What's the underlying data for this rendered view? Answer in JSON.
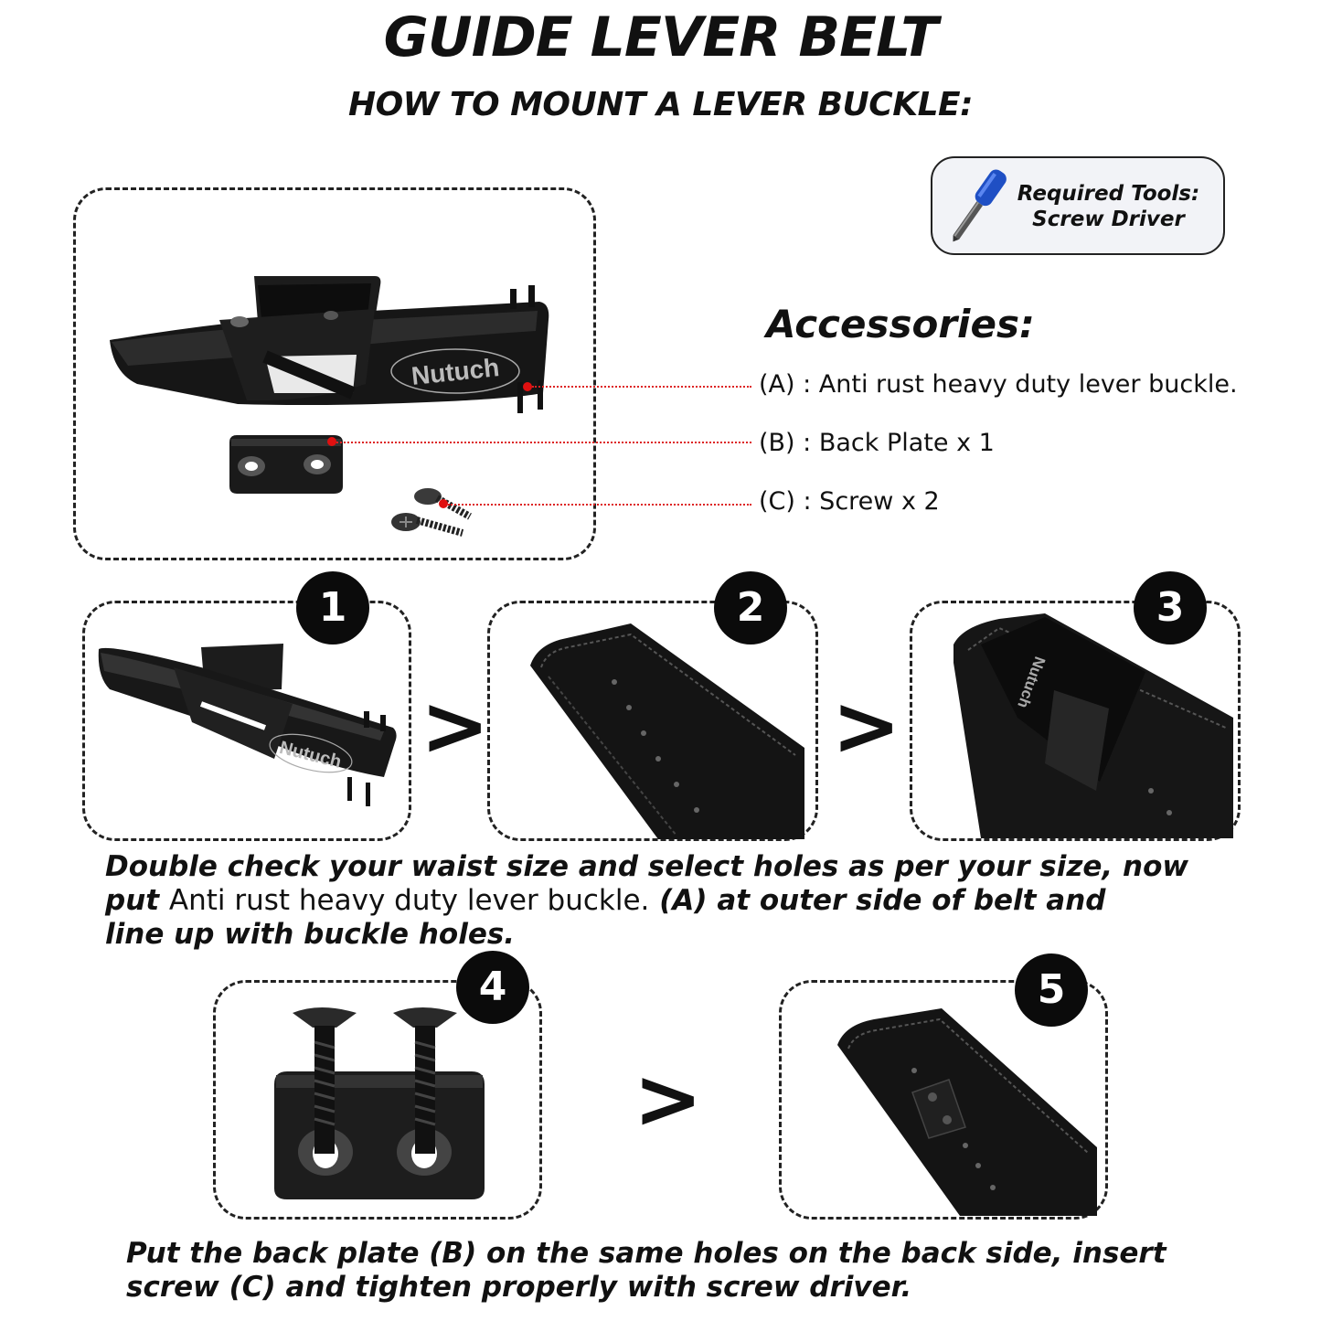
{
  "header": {
    "title": "GUIDE LEVER BELT",
    "subtitle": "HOW TO MOUNT A LEVER BUCKLE:"
  },
  "tools": {
    "line1": "Required Tools:",
    "line2": "Screw Driver",
    "icon": "screwdriver-icon"
  },
  "accessories": {
    "title": "Accessories:",
    "items": [
      {
        "label": "(A) : Anti rust heavy duty lever buckle."
      },
      {
        "label": "(B) : Back Plate x 1"
      },
      {
        "label": "(C) : Screw x 2"
      }
    ]
  },
  "brand": "Nutuch",
  "steps": [
    {
      "number": "1"
    },
    {
      "number": "2"
    },
    {
      "number": "3"
    },
    {
      "number": "4"
    },
    {
      "number": "5"
    }
  ],
  "arrow": ">",
  "instructions": {
    "p1_a": "Double check your waist size and select holes as per your size, now",
    "p1_b_italic": "put ",
    "p1_b_plain": "Anti rust heavy duty lever buckle.",
    "p1_b_rest": " (A) at outer side of belt and",
    "p1_c": "line up with buckle holes.",
    "p2_a": "Put the back plate (B) on the same holes on the back side, insert",
    "p2_b": "screw (C) and tighten properly with screw driver."
  },
  "colors": {
    "leader_red": "#e01010",
    "tools_bg": "#f2f3f7",
    "screwdriver_blue": "#1f4fc4"
  }
}
